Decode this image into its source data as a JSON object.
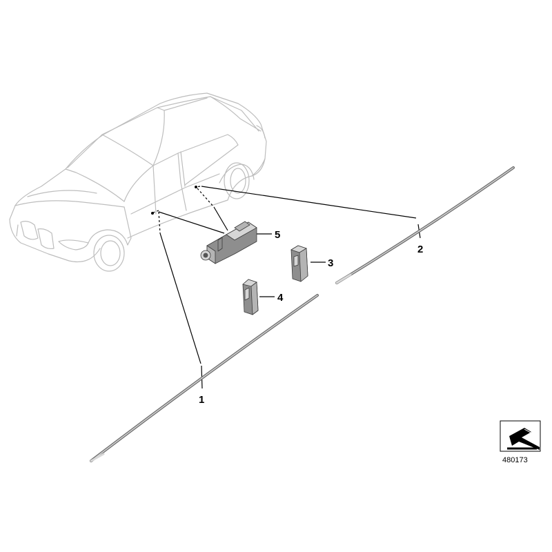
{
  "callouts": {
    "p1": "1",
    "p2": "2",
    "p3": "3",
    "p4": "4",
    "p5": "5"
  },
  "reference_number": "480173",
  "colors": {
    "car_outline": "#bdbdbd",
    "part_fill": "#8e8e8e",
    "leader": "#000000"
  },
  "icons": {
    "ref_box": "arrow-pointing-down-left-icon"
  }
}
